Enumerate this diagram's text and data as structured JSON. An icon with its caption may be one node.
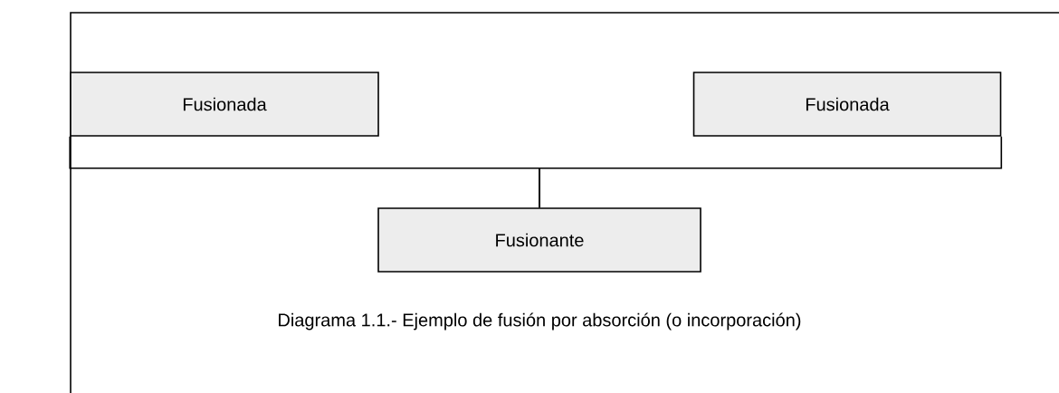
{
  "diagram": {
    "caption": "Diagrama 1.1.- Ejemplo de fusión por absorción (o incorporación)",
    "nodes": [
      {
        "text": [
          "Fusionada"
        ]
      },
      {
        "text": [
          "Fusionada"
        ]
      },
      {
        "text": [
          "Fusionante"
        ]
      }
    ],
    "edges": [
      {
        "from": 0,
        "to": 2,
        "arrow": "none"
      },
      {
        "from": 1,
        "to": 2,
        "arrow": "none"
      }
    ]
  }
}
